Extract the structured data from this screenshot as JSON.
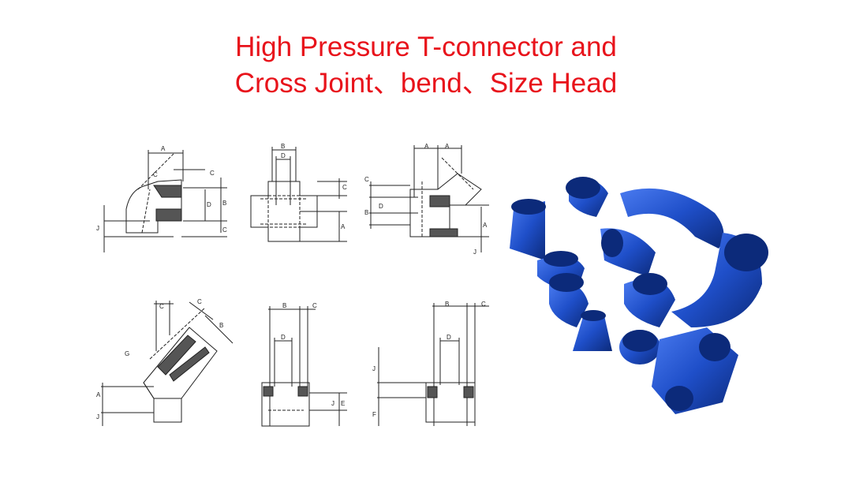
{
  "title": {
    "line1": "High Pressure T-connector and",
    "line2": "Cross Joint、bend、Size Head"
  },
  "colors": {
    "title": "#e8131b",
    "fitting_blue": "#1f4fc9",
    "line": "#222222"
  },
  "drawings": {
    "elbow_90": {
      "labels": [
        "A",
        "C",
        "C",
        "D",
        "B",
        "C",
        "J"
      ]
    },
    "cross": {
      "labels": [
        "B",
        "D",
        "C",
        "A"
      ]
    },
    "tee": {
      "labels": [
        "A",
        "A",
        "C",
        "B",
        "D",
        "A",
        "J"
      ]
    },
    "elbow_45": {
      "labels": [
        "C",
        "C",
        "B",
        "G",
        "A",
        "J"
      ]
    },
    "half_coupling": {
      "labels": [
        "B",
        "C",
        "D",
        "J",
        "E"
      ]
    },
    "coupling": {
      "labels": [
        "B",
        "C",
        "D",
        "J",
        "F"
      ]
    }
  },
  "photo": {
    "icon": "blue-pipe-fittings-photo"
  }
}
